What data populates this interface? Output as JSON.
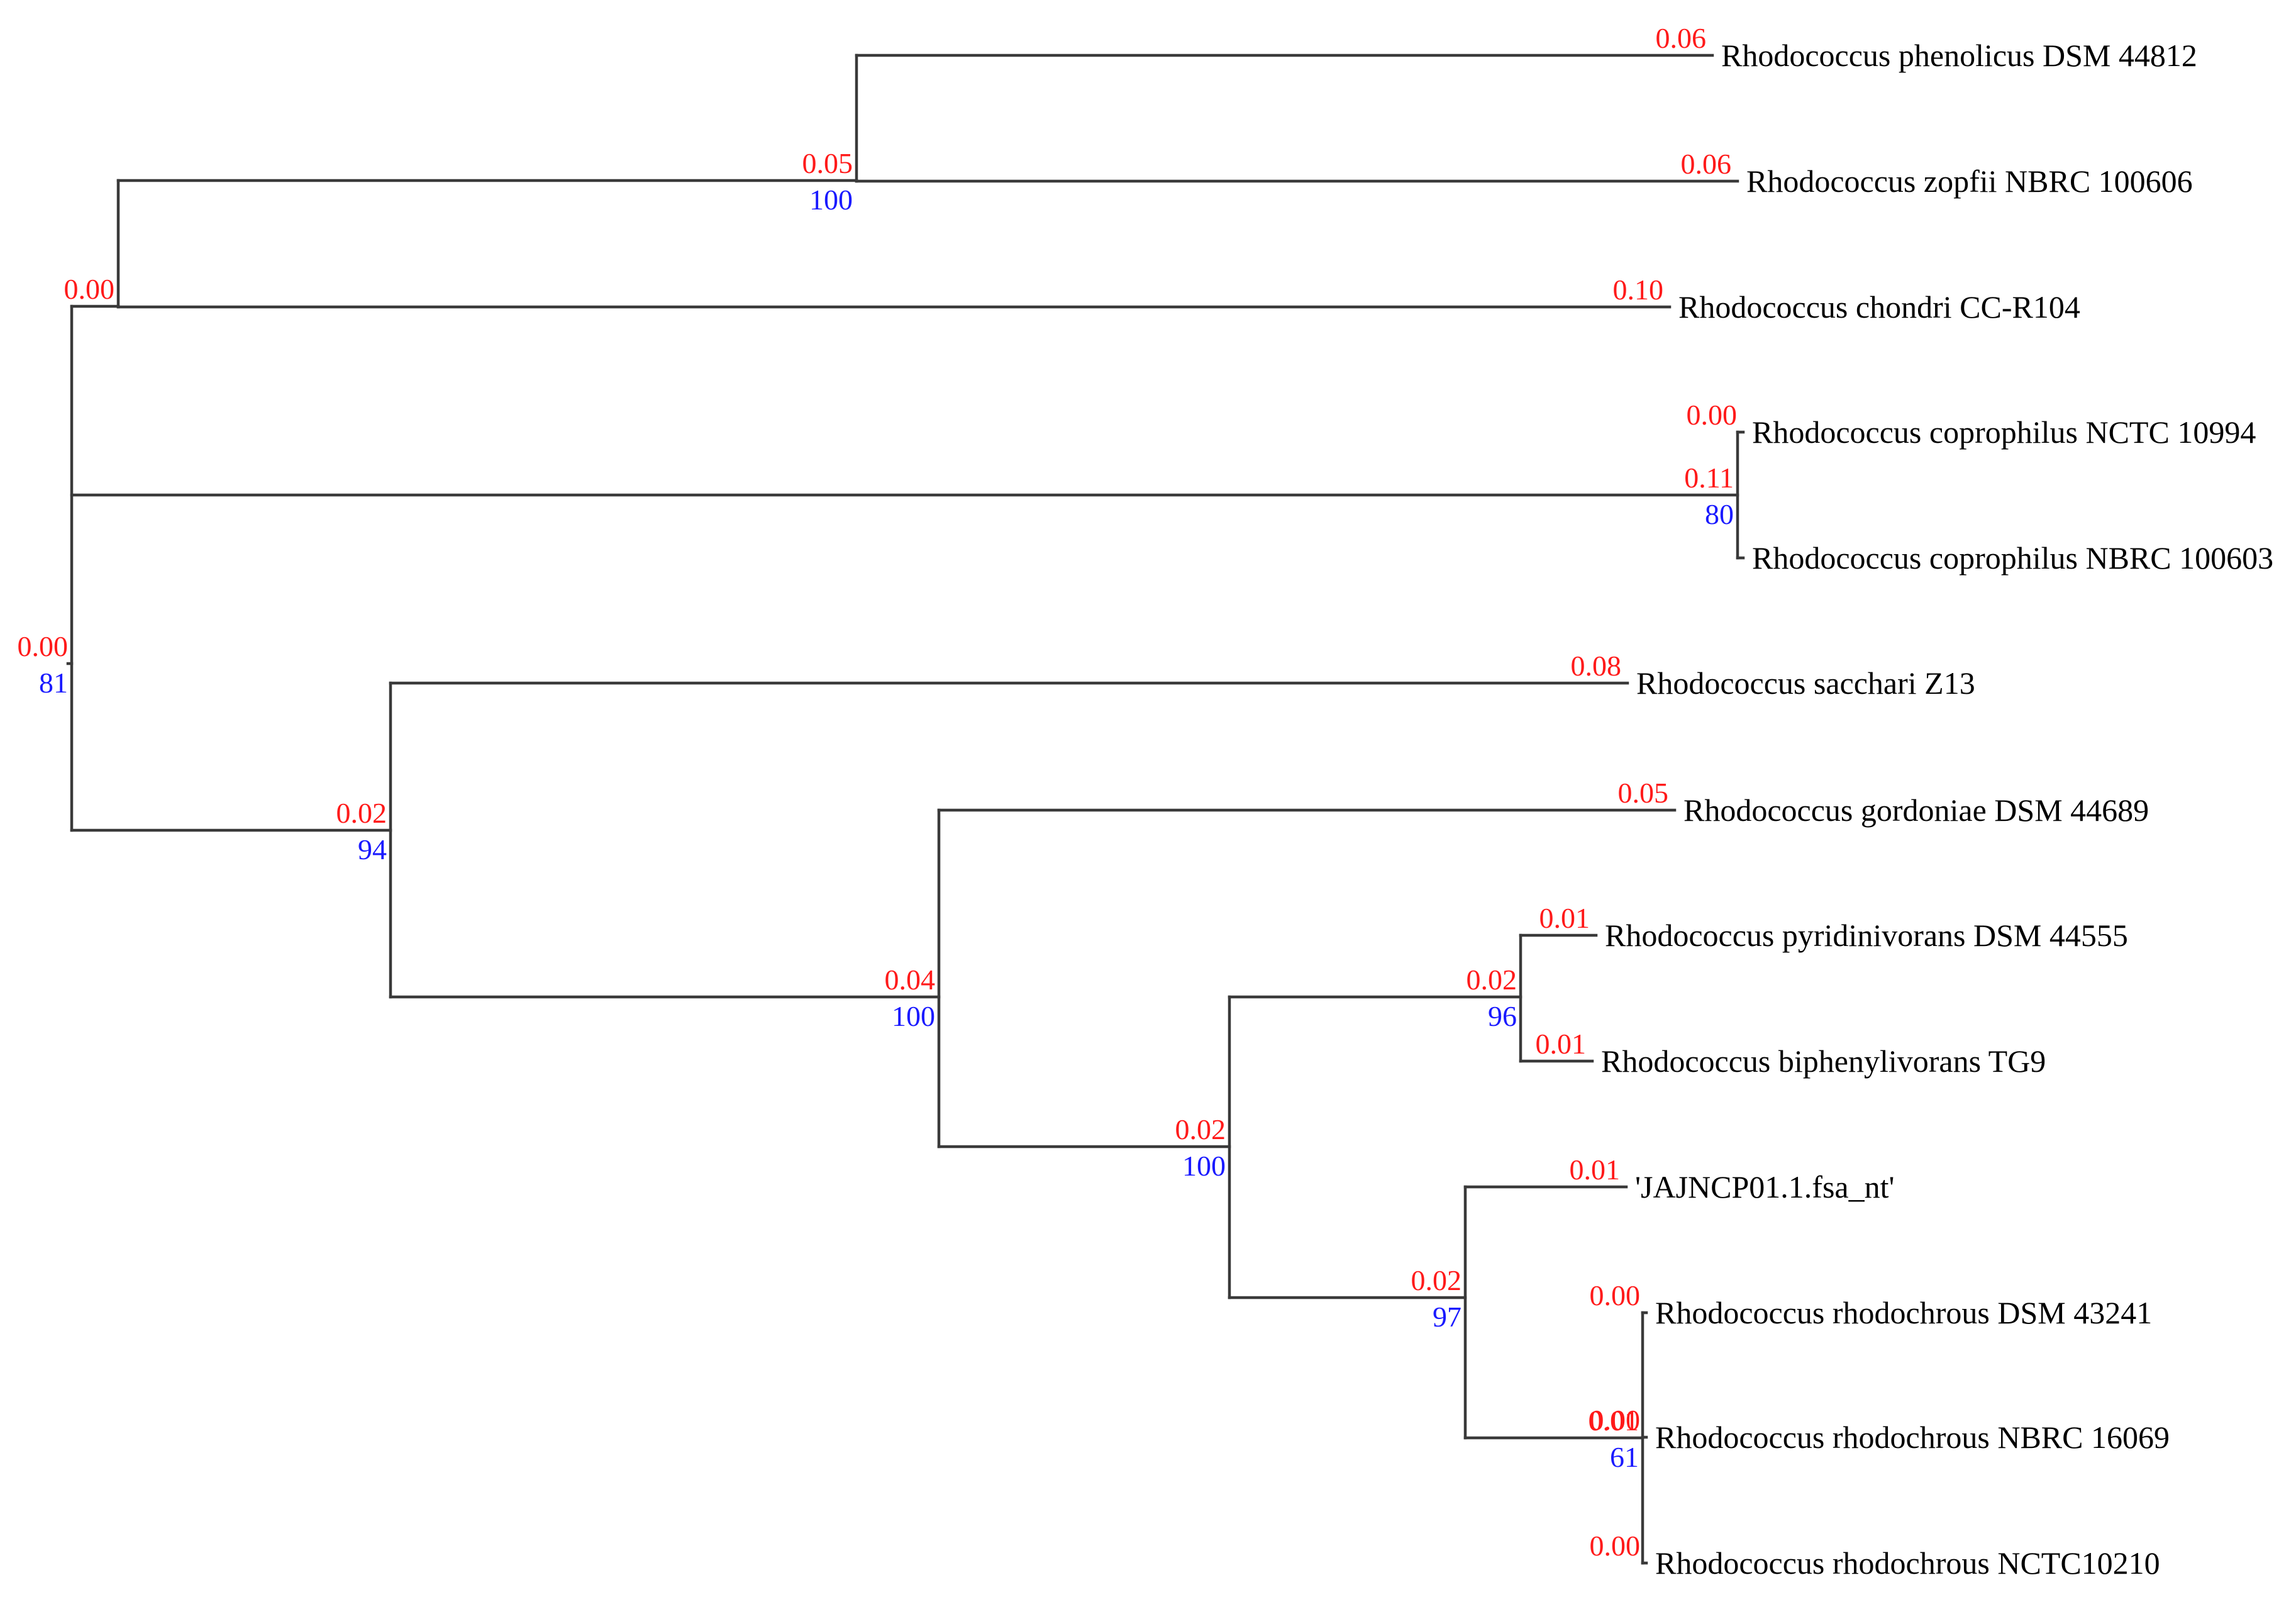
{
  "colors": {
    "branch": "#3a3a3a",
    "branch_length_label": "#ff1a1a",
    "bootstrap_label": "#1a1aff",
    "taxon_label": "#000000"
  },
  "tree": {
    "taxa": [
      {
        "id": "phenolicus",
        "name": "Rhodococcus phenolicus DSM 44812",
        "branch_length": "0.06"
      },
      {
        "id": "zopfii",
        "name": "Rhodococcus zopfii NBRC 100606",
        "branch_length": "0.06"
      },
      {
        "id": "chondri",
        "name": "Rhodococcus chondri CC-R104",
        "branch_length": "0.10"
      },
      {
        "id": "coprophilus-nctc",
        "name": "Rhodococcus coprophilus NCTC 10994",
        "branch_length": "0.00"
      },
      {
        "id": "coprophilus-nbrc",
        "name": "Rhodococcus coprophilus NBRC 100603",
        "branch_length": ""
      },
      {
        "id": "sacchari",
        "name": "Rhodococcus sacchari Z13",
        "branch_length": "0.08"
      },
      {
        "id": "gordoniae",
        "name": "Rhodococcus gordoniae DSM 44689",
        "branch_length": "0.05"
      },
      {
        "id": "pyridinivorans",
        "name": "Rhodococcus pyridinivorans DSM 44555",
        "branch_length": "0.01"
      },
      {
        "id": "biphenylivorans",
        "name": "Rhodococcus biphenylivorans TG9",
        "branch_length": "0.01"
      },
      {
        "id": "jajncp",
        "name": "'JAJNCP01.1.fsa_nt'",
        "branch_length": "0.01"
      },
      {
        "id": "rhodochrous-dsm",
        "name": "Rhodococcus rhodochrous DSM 43241",
        "branch_length": "0.00"
      },
      {
        "id": "rhodochrous-nbrc",
        "name": "Rhodococcus rhodochrous NBRC 16069",
        "branch_length": "0.00"
      },
      {
        "id": "rhodochrous-nctc",
        "name": "Rhodococcus rhodochrous NCTC10210",
        "branch_length": "0.00"
      }
    ],
    "nodes": [
      {
        "id": "root",
        "branch_length": "0.00",
        "bootstrap": "81"
      },
      {
        "id": "phen-zopf-chon",
        "branch_length": "0.00",
        "bootstrap": ""
      },
      {
        "id": "phen-zopf",
        "branch_length": "0.05",
        "bootstrap": "100"
      },
      {
        "id": "coprophilus",
        "branch_length": "0.11",
        "bootstrap": "80"
      },
      {
        "id": "sacchari-clade",
        "branch_length": "0.02",
        "bootstrap": "94"
      },
      {
        "id": "gordoniae-clade",
        "branch_length": "0.04",
        "bootstrap": "100"
      },
      {
        "id": "pyr-rhod-clade",
        "branch_length": "0.02",
        "bootstrap": "100"
      },
      {
        "id": "pyr-biph",
        "branch_length": "0.02",
        "bootstrap": "96"
      },
      {
        "id": "jaj-rhod",
        "branch_length": "0.02",
        "bootstrap": "97"
      },
      {
        "id": "rhodochrous",
        "branch_length": "0.01",
        "bootstrap": "61"
      }
    ]
  }
}
